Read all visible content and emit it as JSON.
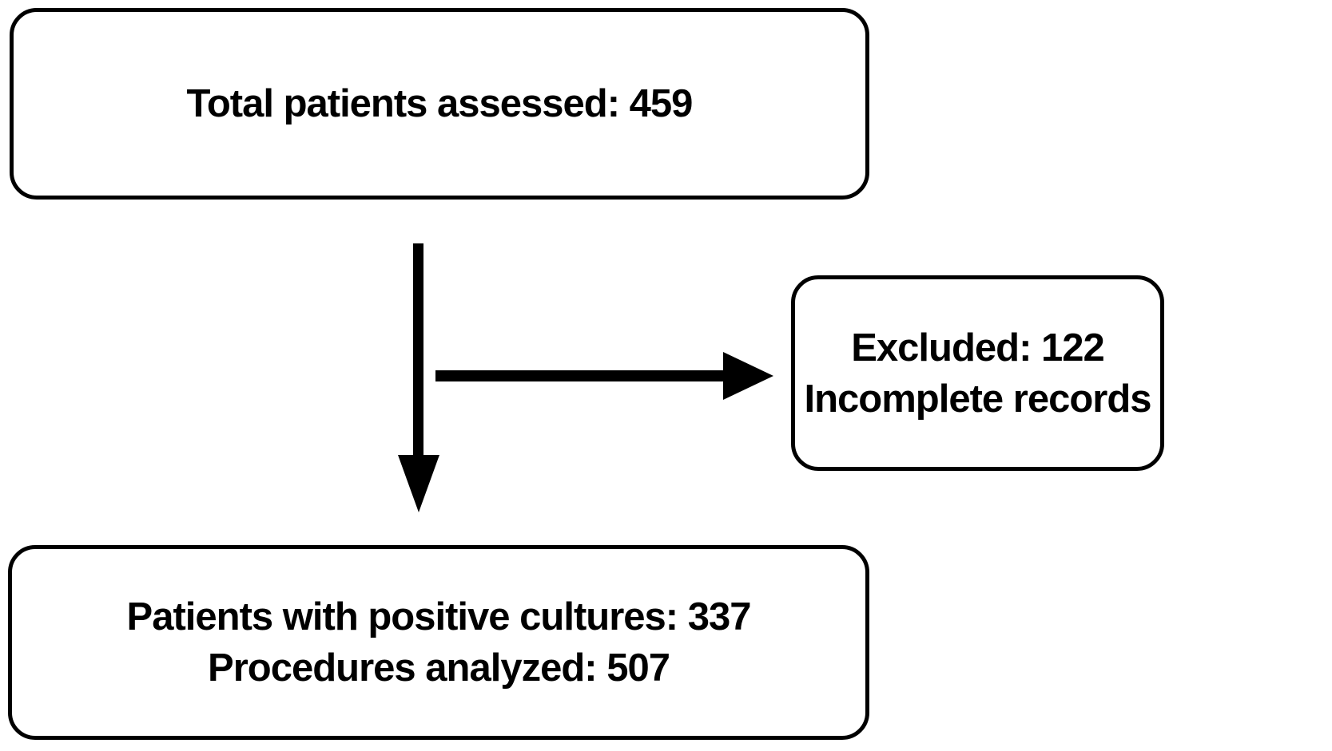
{
  "figure": {
    "type": "flow-diagram",
    "background_color": "#ffffff",
    "box_border_color": "#000000",
    "text_color": "#000000",
    "arrow_color": "#000000",
    "nodes": [
      {
        "id": "total-assessed",
        "lines": [
          "Total patients assessed: 459"
        ]
      },
      {
        "id": "excluded",
        "lines": [
          "Excluded: 122",
          "Incomplete records"
        ]
      },
      {
        "id": "analyzed",
        "lines": [
          "Patients with positive cultures: 337",
          "Procedures analyzed: 507"
        ]
      }
    ],
    "edges": [
      {
        "from": "total-assessed",
        "to": "analyzed",
        "direction": "down"
      },
      {
        "from": "total-assessed",
        "to": "excluded",
        "direction": "right"
      }
    ]
  }
}
